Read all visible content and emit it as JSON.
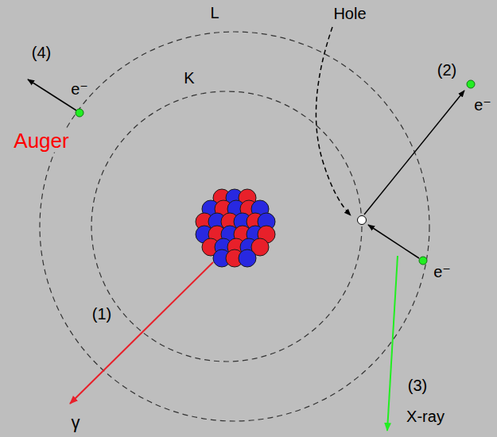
{
  "diagram": {
    "labels": [
      "L",
      "Hole",
      "(4)",
      "e⁻",
      "(2)",
      "e⁻",
      "K",
      "Auger",
      "e⁻",
      "(1)",
      "γ",
      "(3)",
      "X-ray"
    ]
  }
}
